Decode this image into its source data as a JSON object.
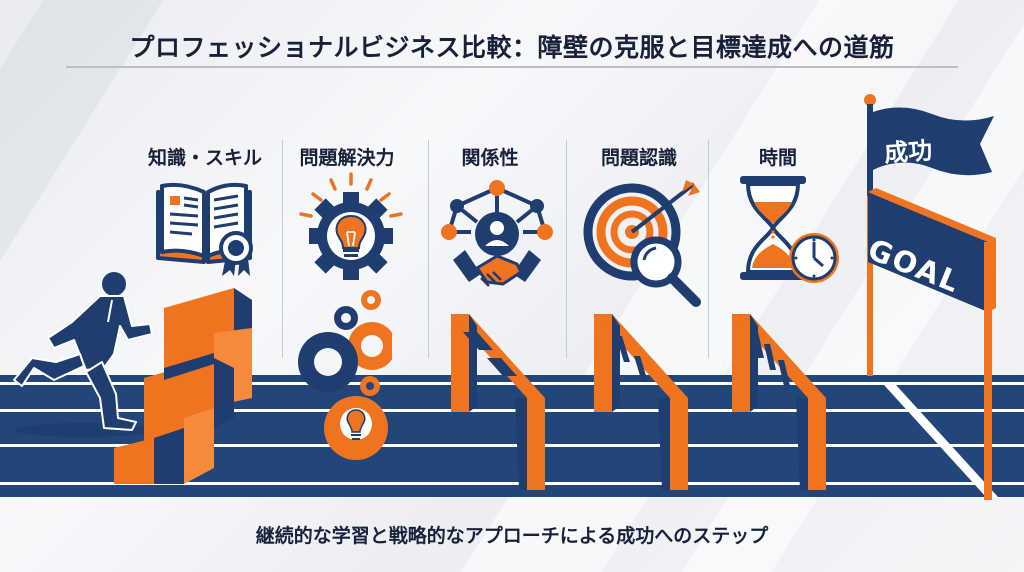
{
  "header": {
    "title": "プロフェッショナルビジネス比較：障壁の克服と目標達成への道筋"
  },
  "categories": [
    {
      "label": "知識・スキル",
      "icon": "book-certificate-icon"
    },
    {
      "label": "問題解決力",
      "icon": "gear-lightbulb-icon"
    },
    {
      "label": "関係性",
      "icon": "network-handshake-icon"
    },
    {
      "label": "問題認識",
      "icon": "target-magnifier-icon"
    },
    {
      "label": "時間",
      "icon": "hourglass-clock-icon"
    }
  ],
  "goal": {
    "flag_label": "成功",
    "banner_label": "GOAL"
  },
  "footer": {
    "tagline": "継続的な学習と戦略的なアプローチによる成功へのステップ"
  },
  "colors": {
    "navy": "#1f3d6e",
    "dark_navy": "#17223a",
    "orange": "#f07320",
    "track": "#22457a",
    "background": "#eef0f3"
  }
}
